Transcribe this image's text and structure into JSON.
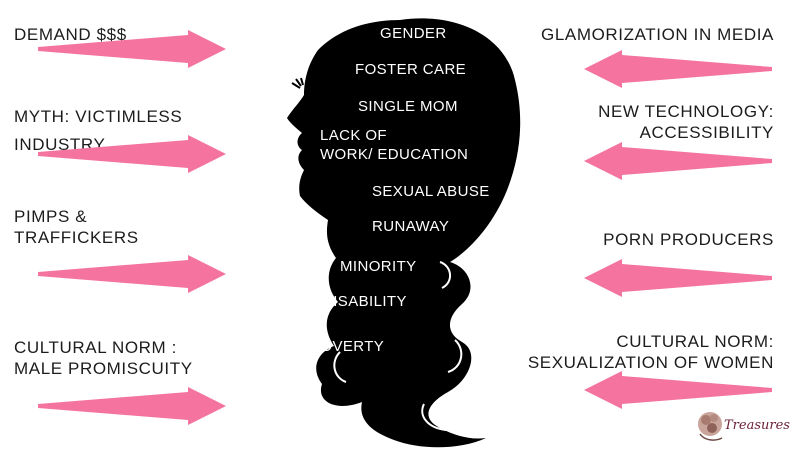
{
  "left_factors": [
    {
      "lines": [
        "DEMAND $$$"
      ]
    },
    {
      "lines": [
        "MYTH: VICTIMLESS",
        "INDUSTRY"
      ]
    },
    {
      "lines": [
        "PIMPS &",
        "TRAFFICKERS"
      ]
    },
    {
      "lines": [
        "CULTURAL NORM :",
        "MALE PROMISCUITY"
      ]
    }
  ],
  "right_factors": [
    {
      "lines": [
        "GLAMORIZATION IN MEDIA"
      ]
    },
    {
      "lines": [
        "NEW TECHNOLOGY:",
        "ACCESSIBILITY"
      ]
    },
    {
      "lines": [
        "PORN PRODUCERS"
      ]
    },
    {
      "lines": [
        "CULTURAL NORM:",
        "SEXUALIZATION OF WOMEN"
      ]
    }
  ],
  "vulnerabilities": [
    {
      "lines": [
        "GENDER"
      ]
    },
    {
      "lines": [
        "FOSTER CARE"
      ]
    },
    {
      "lines": [
        "SINGLE MOM"
      ]
    },
    {
      "lines": [
        "LACK OF",
        "WORK/ EDUCATION"
      ]
    },
    {
      "lines": [
        "SEXUAL ABUSE"
      ]
    },
    {
      "lines": [
        "RUNAWAY"
      ]
    },
    {
      "lines": [
        "MINORITY"
      ]
    },
    {
      "lines": [
        "DISABILITY"
      ]
    },
    {
      "lines": [
        "POVERTY"
      ]
    }
  ],
  "logo": {
    "text": "Treasures",
    "icon": "flower-emblem-icon"
  },
  "colors": {
    "arrow": "#f4749f",
    "silhouette": "#000000",
    "text": "#1c1c1c",
    "inner_text": "#ffffff"
  }
}
